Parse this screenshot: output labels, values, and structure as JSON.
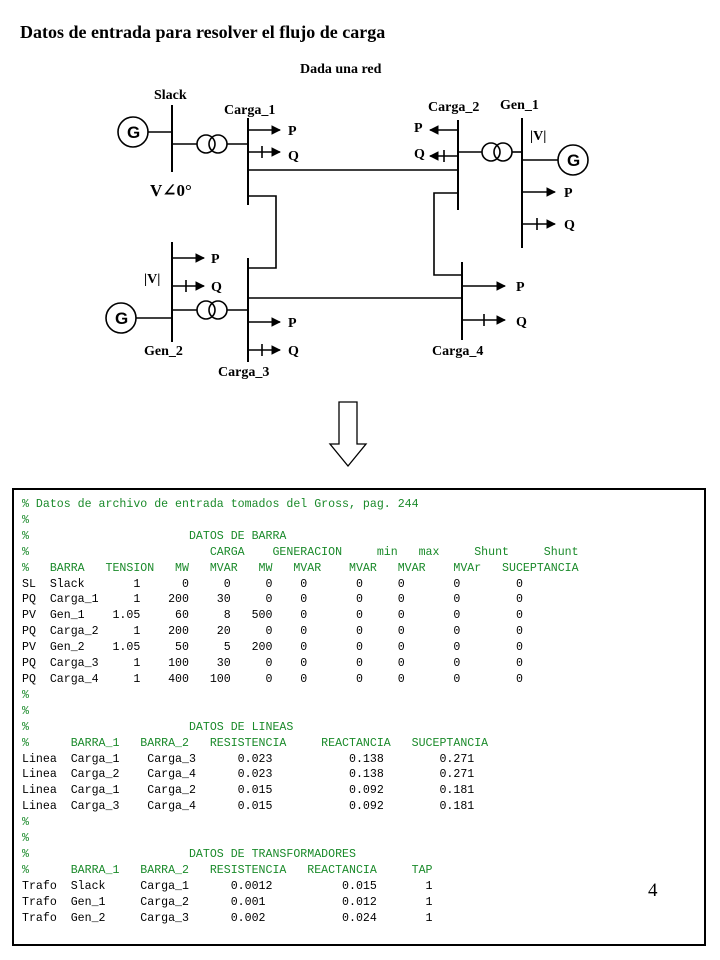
{
  "title": "Datos de entrada para resolver el flujo de carga",
  "diagram": {
    "subtitle": "Dada una red",
    "gen_symbol": "G",
    "slack_label": "Slack",
    "slack_voltage": "V∠0°",
    "gen1_label": "Gen_1",
    "gen2_label": "Gen_2",
    "carga1_label": "Carga_1",
    "carga2_label": "Carga_2",
    "carga3_label": "Carga_3",
    "carga4_label": "Carga_4",
    "v_mag": "|V|",
    "p": "P",
    "q": "Q"
  },
  "code_lines": [
    {
      "cls": "c",
      "text": "% Datos de archivo de entrada tomados del Gross, pag. 244"
    },
    {
      "cls": "c",
      "text": "%"
    },
    {
      "cls": "c",
      "text": "%                       DATOS DE BARRA"
    },
    {
      "cls": "c",
      "text": "%                          CARGA    GENERACION     min   max     Shunt     Shunt"
    },
    {
      "cls": "c",
      "text": "%   BARRA   TENSION   MW   MVAR   MW   MVAR    MVAR   MVAR    MVAr   SUCEPTANCIA"
    },
    {
      "cls": "t",
      "text": "SL  Slack       1      0     0     0    0       0     0       0        0"
    },
    {
      "cls": "t",
      "text": "PQ  Carga_1     1    200    30     0    0       0     0       0        0"
    },
    {
      "cls": "t",
      "text": "PV  Gen_1    1.05     60     8   500    0       0     0       0        0"
    },
    {
      "cls": "t",
      "text": "PQ  Carga_2     1    200    20     0    0       0     0       0        0"
    },
    {
      "cls": "t",
      "text": "PV  Gen_2    1.05     50     5   200    0       0     0       0        0"
    },
    {
      "cls": "t",
      "text": "PQ  Carga_3     1    100    30     0    0       0     0       0        0"
    },
    {
      "cls": "t",
      "text": "PQ  Carga_4     1    400   100     0    0       0     0       0        0"
    },
    {
      "cls": "c",
      "text": "%"
    },
    {
      "cls": "c",
      "text": "%"
    },
    {
      "cls": "c",
      "text": "%                       DATOS DE LINEAS"
    },
    {
      "cls": "c",
      "text": "%      BARRA_1   BARRA_2   RESISTENCIA     REACTANCIA   SUCEPTANCIA"
    },
    {
      "cls": "t",
      "text": "Linea  Carga_1    Carga_3      0.023           0.138        0.271"
    },
    {
      "cls": "t",
      "text": "Linea  Carga_2    Carga_4      0.023           0.138        0.271"
    },
    {
      "cls": "t",
      "text": "Linea  Carga_1    Carga_2      0.015           0.092        0.181"
    },
    {
      "cls": "t",
      "text": "Linea  Carga_3    Carga_4      0.015           0.092        0.181"
    },
    {
      "cls": "c",
      "text": "%"
    },
    {
      "cls": "c",
      "text": "%"
    },
    {
      "cls": "c",
      "text": "%                       DATOS DE TRANSFORMADORES"
    },
    {
      "cls": "c",
      "text": "%      BARRA_1   BARRA_2   RESISTENCIA   REACTANCIA     TAP"
    },
    {
      "cls": "t",
      "text": "Trafo  Slack     Carga_1      0.0012          0.015       1"
    },
    {
      "cls": "t",
      "text": "Trafo  Gen_1     Carga_2      0.001           0.012       1"
    },
    {
      "cls": "t",
      "text": "Trafo  Gen_2     Carga_3      0.002           0.024       1"
    }
  ],
  "page_number": "4"
}
